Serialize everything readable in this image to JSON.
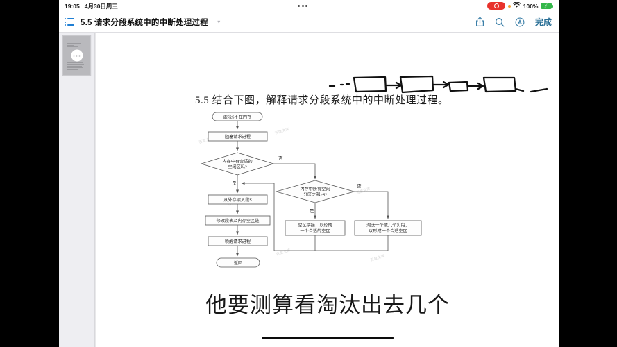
{
  "status_bar": {
    "time": "19:05",
    "date": "4月30日周三",
    "battery_percent": "100%",
    "icons": {
      "recording": "record-indicator",
      "privacy_dot": "orange-privacy-dot",
      "wifi": "wifi-icon",
      "battery": "battery-charging-icon"
    }
  },
  "toolbar": {
    "list_icon": "bulleted-list-icon",
    "document_title": "5.5 请求分段系统中的中断处理过程",
    "chevron": "chevron-down-icon",
    "share_icon": "share-icon",
    "search_icon": "search-icon",
    "markup_icon": "markup-pen-icon",
    "done_label": "完成"
  },
  "sidebar": {
    "thumbnail_name": "page-thumbnail",
    "loading_dots": "ellipsis-loading"
  },
  "document": {
    "question_heading": "5.5 结合下图，解释请求分段系统中的中断处理过程。",
    "caption": "他要测算看淘汰出去几个",
    "watermark": "百度文库"
  },
  "flowchart": {
    "nodes": [
      {
        "id": "start",
        "shape": "terminator",
        "text": "虚段S不在内存"
      },
      {
        "id": "block",
        "shape": "process",
        "text": "阻塞请求进程"
      },
      {
        "id": "d1",
        "shape": "decision",
        "line1": "内存中有合适的",
        "line2": "空闲区吗?"
      },
      {
        "id": "read",
        "shape": "process",
        "text": "从外存读入段S"
      },
      {
        "id": "modify",
        "shape": "process",
        "text": "修改段表及内存空区链"
      },
      {
        "id": "wake",
        "shape": "process",
        "text": "唤醒请求进程"
      },
      {
        "id": "return",
        "shape": "terminator",
        "text": "返回"
      },
      {
        "id": "d2",
        "shape": "decision",
        "line1": "内存中所有空闲",
        "line2": "分区之和≥S?"
      },
      {
        "id": "merge",
        "shape": "process",
        "line1": "空区拼接，以形成",
        "line2": "一个合适的空区"
      },
      {
        "id": "evict",
        "shape": "process",
        "line1": "淘汰一个或几个实段，",
        "line2": "以形成一个合适空区"
      }
    ],
    "branch_labels": {
      "d1_no": "否",
      "d1_yes": "是",
      "d2_no": "否",
      "d2_yes": "是"
    }
  },
  "annotation": {
    "name": "handwritten-linked-list-sketch",
    "description": "hand-drawn chain of four boxes joined by arrows"
  }
}
